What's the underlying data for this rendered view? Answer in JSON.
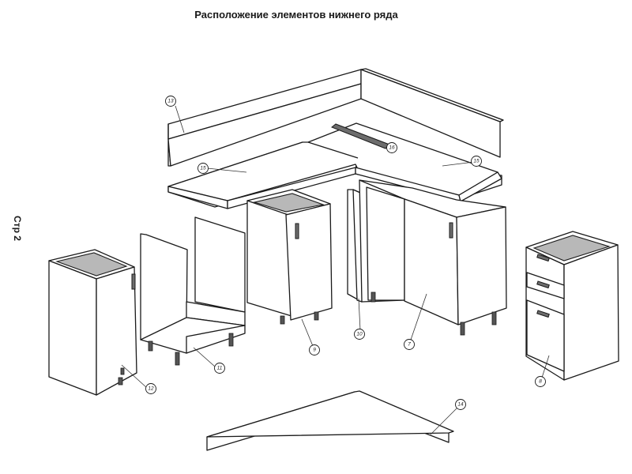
{
  "title": "Расположение элементов нижнего ряда",
  "page_label": "Стр 2",
  "parts": [
    {
      "id": "13",
      "label": "13",
      "name": "rear-plinth-upper"
    },
    {
      "id": "15a",
      "label": "15",
      "name": "countertop-left"
    },
    {
      "id": "15b",
      "label": "15",
      "name": "countertop-right"
    },
    {
      "id": "16",
      "label": "16",
      "name": "countertop-joint-strip"
    },
    {
      "id": "12",
      "label": "12",
      "name": "cabinet-12"
    },
    {
      "id": "11",
      "label": "11",
      "name": "oven-cabinet"
    },
    {
      "id": "9",
      "label": "9",
      "name": "cabinet-9"
    },
    {
      "id": "10",
      "label": "10",
      "name": "corner-filler-panel"
    },
    {
      "id": "7",
      "label": "7",
      "name": "corner-cabinet"
    },
    {
      "id": "8",
      "label": "8",
      "name": "drawer-cabinet"
    },
    {
      "id": "14",
      "label": "14",
      "name": "floor-plinth"
    }
  ]
}
